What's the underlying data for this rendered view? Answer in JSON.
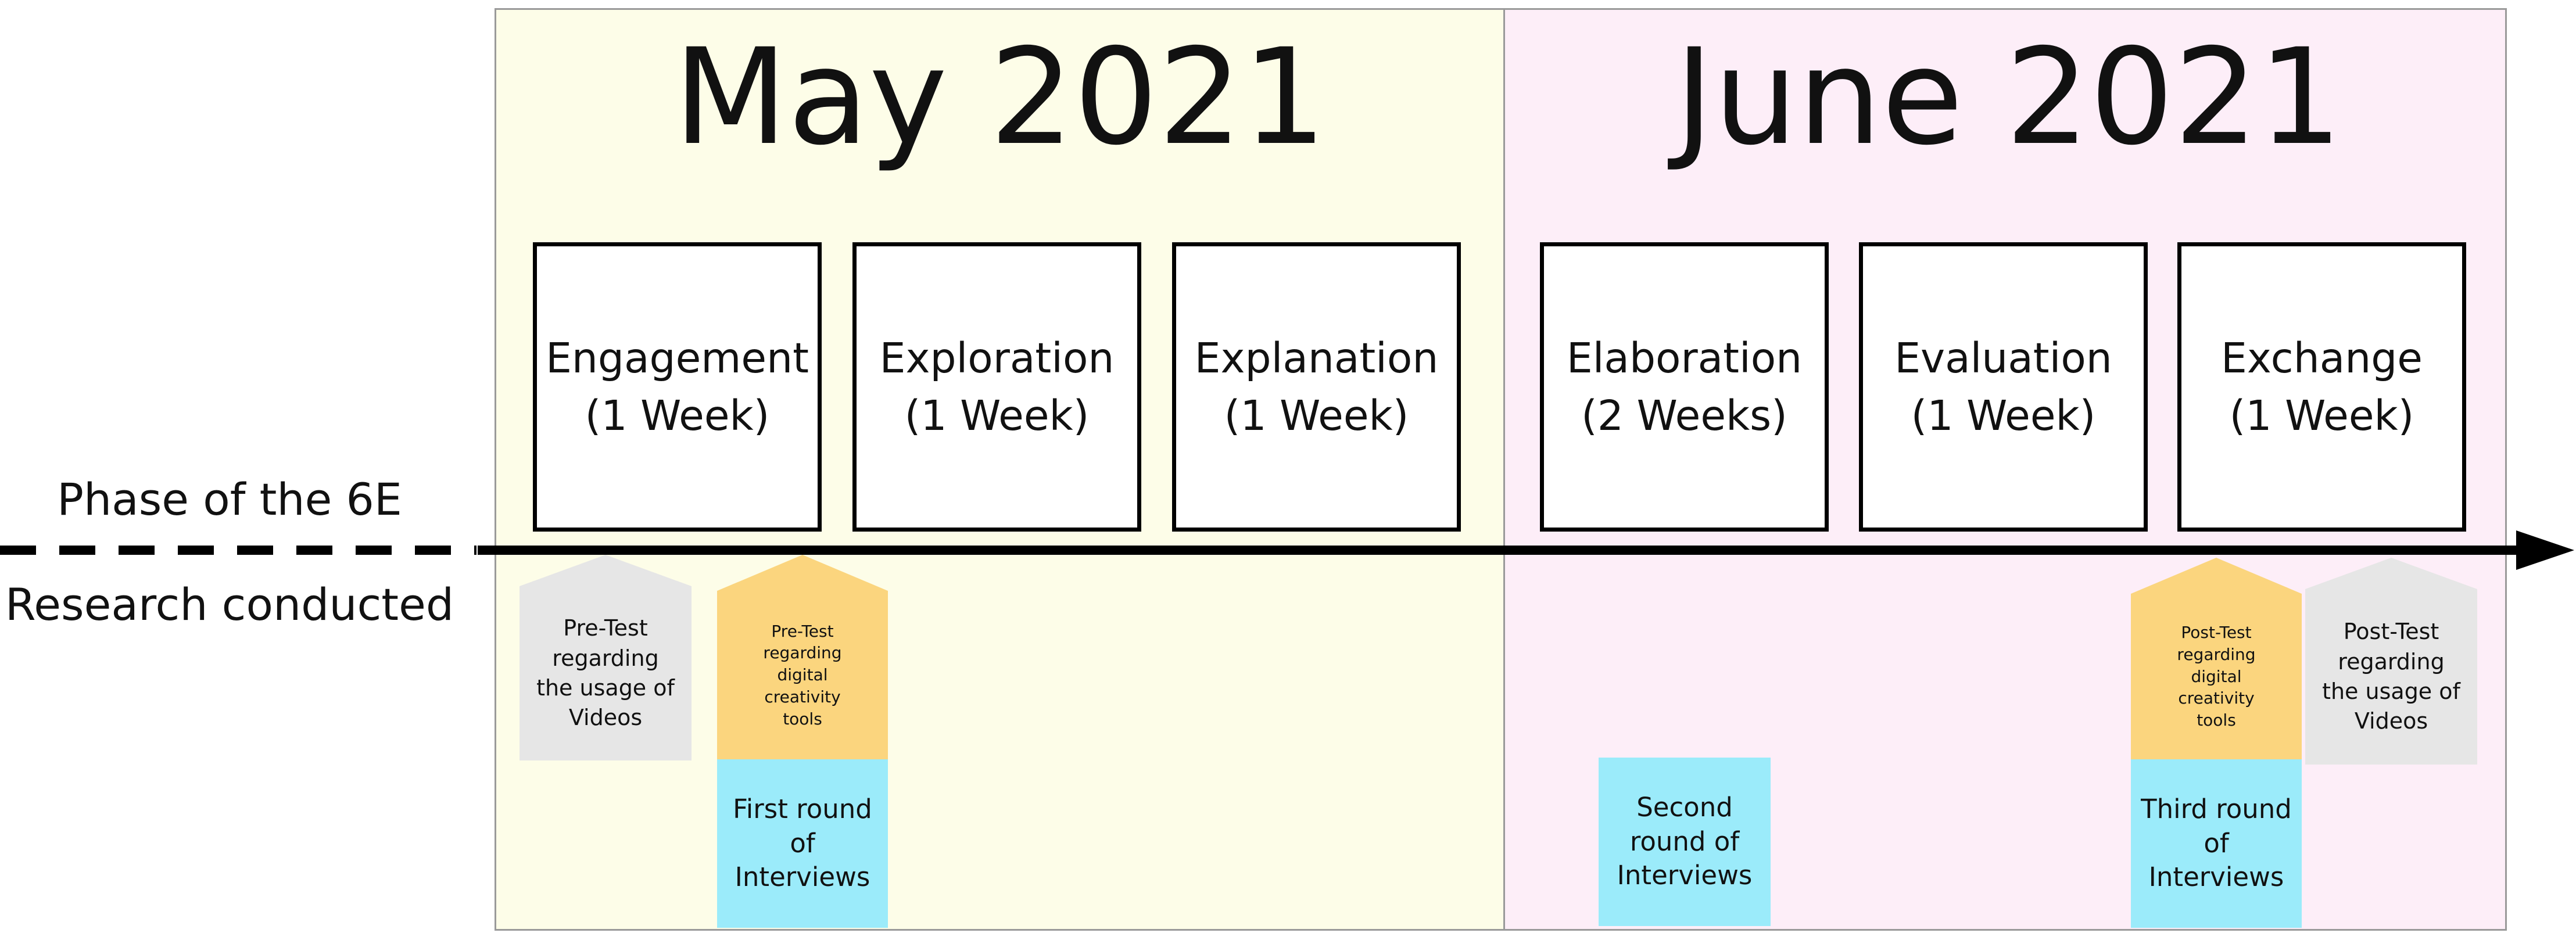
{
  "side_labels": {
    "phase": "Phase of the 6E",
    "research": "Research conducted"
  },
  "months": [
    {
      "title": "May 2021"
    },
    {
      "title": "June 2021"
    }
  ],
  "phases": [
    {
      "name": "Engagement",
      "duration": "(1 Week)"
    },
    {
      "name": "Exploration",
      "duration": "(1 Week)"
    },
    {
      "name": "Explanation",
      "duration": "(1 Week)"
    },
    {
      "name": "Elaboration",
      "duration": "(2 Weeks)"
    },
    {
      "name": "Evaluation",
      "duration": "(1 Week)"
    },
    {
      "name": "Exchange",
      "duration": "(1 Week)"
    }
  ],
  "research": {
    "pretest_videos": [
      "Pre-Test",
      "regarding",
      "the usage of",
      "Videos"
    ],
    "pretest_tools": [
      "Pre-Test",
      "regarding",
      "digital",
      "creativity",
      "tools"
    ],
    "posttest_tools": [
      "Post-Test",
      "regarding",
      "digital",
      "creativity",
      "tools"
    ],
    "posttest_videos": [
      "Post-Test",
      "regarding",
      "the usage of",
      "Videos"
    ]
  },
  "interviews": [
    [
      "First round",
      "of",
      "Interviews"
    ],
    [
      "Second",
      "round of",
      "Interviews"
    ],
    [
      "Third round",
      "of",
      "Interviews"
    ]
  ],
  "colors": {
    "may_bg": "#fdfde8",
    "june_bg": "#fdeef8",
    "gray_note": "#e6e6e6",
    "orange_note": "#fbd57e",
    "blue_note": "#9bebfa"
  }
}
